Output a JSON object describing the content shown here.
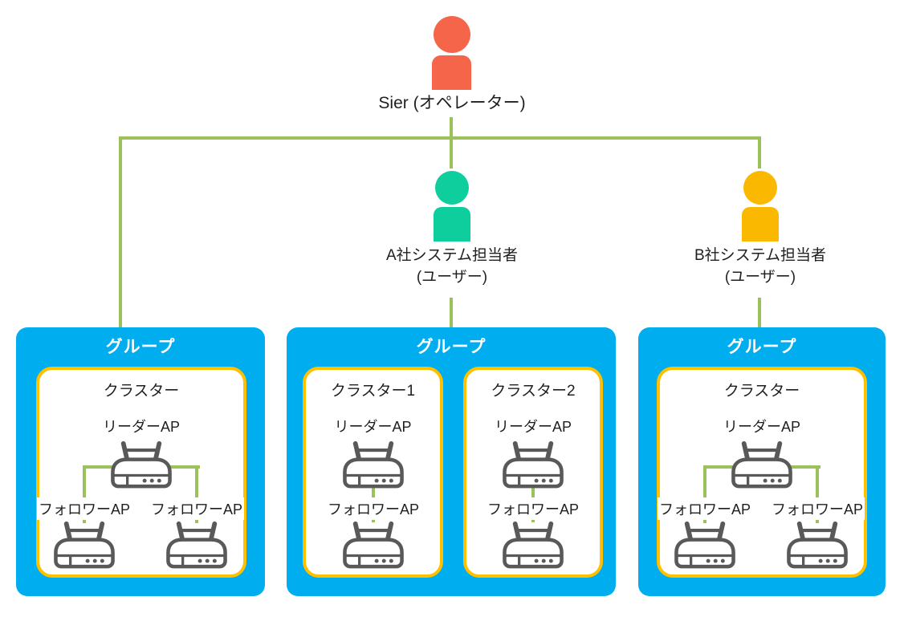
{
  "colors": {
    "operator": "#F5654A",
    "userA": "#0FCE9D",
    "userB": "#FBB800",
    "group": "#00AEEF",
    "clusterBorder": "#FFC000",
    "connector": "#9BC25A",
    "router": "#595959",
    "text": "#1F1F1F"
  },
  "diagram": {
    "operator": {
      "label": "Sier (オペレーター)"
    },
    "users": [
      {
        "line1": "A社システム担当者",
        "line2": "(ユーザー)"
      },
      {
        "line1": "B社システム担当者",
        "line2": "(ユーザー)"
      }
    ],
    "groups": [
      {
        "label": "グループ",
        "clusters": [
          {
            "label": "クラスター",
            "leader": "リーダーAP",
            "followers": [
              "フォロワーAP",
              "フォロワーAP"
            ]
          }
        ]
      },
      {
        "label": "グループ",
        "clusters": [
          {
            "label": "クラスター1",
            "leader": "リーダーAP",
            "followers": [
              "フォロワーAP"
            ]
          },
          {
            "label": "クラスター2",
            "leader": "リーダーAP",
            "followers": [
              "フォロワーAP"
            ]
          }
        ]
      },
      {
        "label": "グループ",
        "clusters": [
          {
            "label": "クラスター",
            "leader": "リーダーAP",
            "followers": [
              "フォロワーAP",
              "フォロワーAP"
            ]
          }
        ]
      }
    ]
  }
}
